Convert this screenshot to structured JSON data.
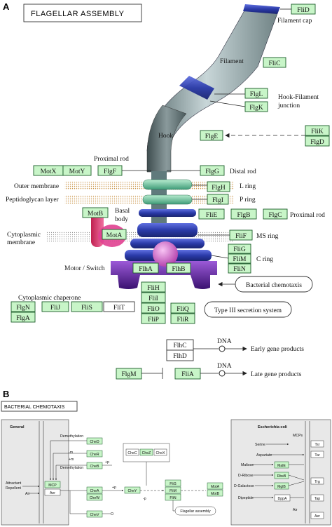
{
  "panel_a": {
    "letter": "A",
    "title": "FLAGELLAR ASSEMBLY",
    "labels": {
      "filament_cap": "Filament cap",
      "filament": "Filament",
      "hook_filament_junction_1": "Hook-Filament",
      "hook_filament_junction_2": "junction",
      "hook": "Hook",
      "proximal_rod_top": "Proximal rod",
      "distal_rod": "Distal rod",
      "outer_membrane": "Outer membrane",
      "l_ring": "L ring",
      "peptidoglycan_layer": "Peptidoglycan layer",
      "p_ring": "P ring",
      "basal_body_1": "Basal",
      "basal_body_2": "body",
      "proximal_rod_right": "Proximal rod",
      "cytoplasmic_membrane_1": "Cytoplasmic",
      "cytoplasmic_membrane_2": "membrane",
      "ms_ring": "MS ring",
      "c_ring": "C ring",
      "motor_switch": "Motor / Switch",
      "bacterial_chemotaxis": "Bacterial chemotaxis",
      "cytoplasmic_chaperone": "Cytoplasmic chaperone",
      "type_iii": "Type III secretion system",
      "dna_1": "DNA",
      "early_gene_products": "Early gene products",
      "dna_2": "DNA",
      "late_gene_products": "Late gene products"
    },
    "genes": {
      "FliD": "FliD",
      "FliC": "FliC",
      "FlgL": "FlgL",
      "FlgK": "FlgK",
      "FlgE": "FlgE",
      "FliK": "FliK",
      "FlgD": "FlgD",
      "MotX": "MotX",
      "MotY": "MotY",
      "FlgF": "FlgF",
      "FlgG": "FlgG",
      "FlgH": "FlgH",
      "FlgI": "FlgI",
      "MotB": "MotB",
      "MotA": "MotA",
      "FliE": "FliE",
      "FlgB": "FlgB",
      "FlgC": "FlgC",
      "FliF": "FliF",
      "FliG": "FliG",
      "FliM": "FliM",
      "FliN": "FliN",
      "FlhA": "FlhA",
      "FlhB": "FlhB",
      "FliH": "FliH",
      "FliI": "FliI",
      "FliO": "FliO",
      "FliQ": "FliQ",
      "FliP": "FliP",
      "FliR": "FliR",
      "FlgN": "FlgN",
      "FliJ": "FliJ",
      "FliS": "FliS",
      "FliT": "FliT",
      "FlgA": "FlgA",
      "FlhC": "FlhC",
      "FlhD": "FlhD",
      "FlgM": "FlgM",
      "FliA": "FliA"
    }
  },
  "panel_b": {
    "letter": "B",
    "title": "BACTERIAL CHEMOTAXIS",
    "general": "General",
    "ecoli": "Escherichia coli",
    "attractant": "Attractant",
    "repellent": "Repellent",
    "air": "Air",
    "demethylation_1": "Demethylation",
    "demethylation_2": "Demethylation",
    "minus_m": "-m",
    "plus_m": "+m",
    "flagellar_assembly": "Flagellar assembly",
    "mcps": "MCPs",
    "serine": "Serine",
    "aspartate": "Aspartate",
    "maltose": "Maltose",
    "d_ribose": "D-Ribose",
    "d_galactose": "D-Galactose",
    "dipeptide": "Dipeptide",
    "air_right": "Air",
    "plus_p": "+p",
    "minus_p": "-p",
    "genes": {
      "CheD": "CheD",
      "CheR": "CheR",
      "CheB": "CheB",
      "MCP": "MCP",
      "Aer": "Aer",
      "CheA": "CheA",
      "CheW": "CheW",
      "CheV": "CheV",
      "CheY": "CheY",
      "CheC": "CheC",
      "CheZ": "CheZ",
      "CheX": "CheX",
      "FliG": "FliG",
      "FliM": "FliM",
      "FliN": "FliN",
      "MotA": "MotA",
      "MotB": "MotB",
      "Tsr": "Tsr",
      "Tar": "Tar",
      "MalE": "MalE",
      "RbsB": "RbsB",
      "MglB": "MglB",
      "Trg": "Trg",
      "DppA": "DppA",
      "Tap": "Tap",
      "Aer2": "Aer"
    }
  }
}
